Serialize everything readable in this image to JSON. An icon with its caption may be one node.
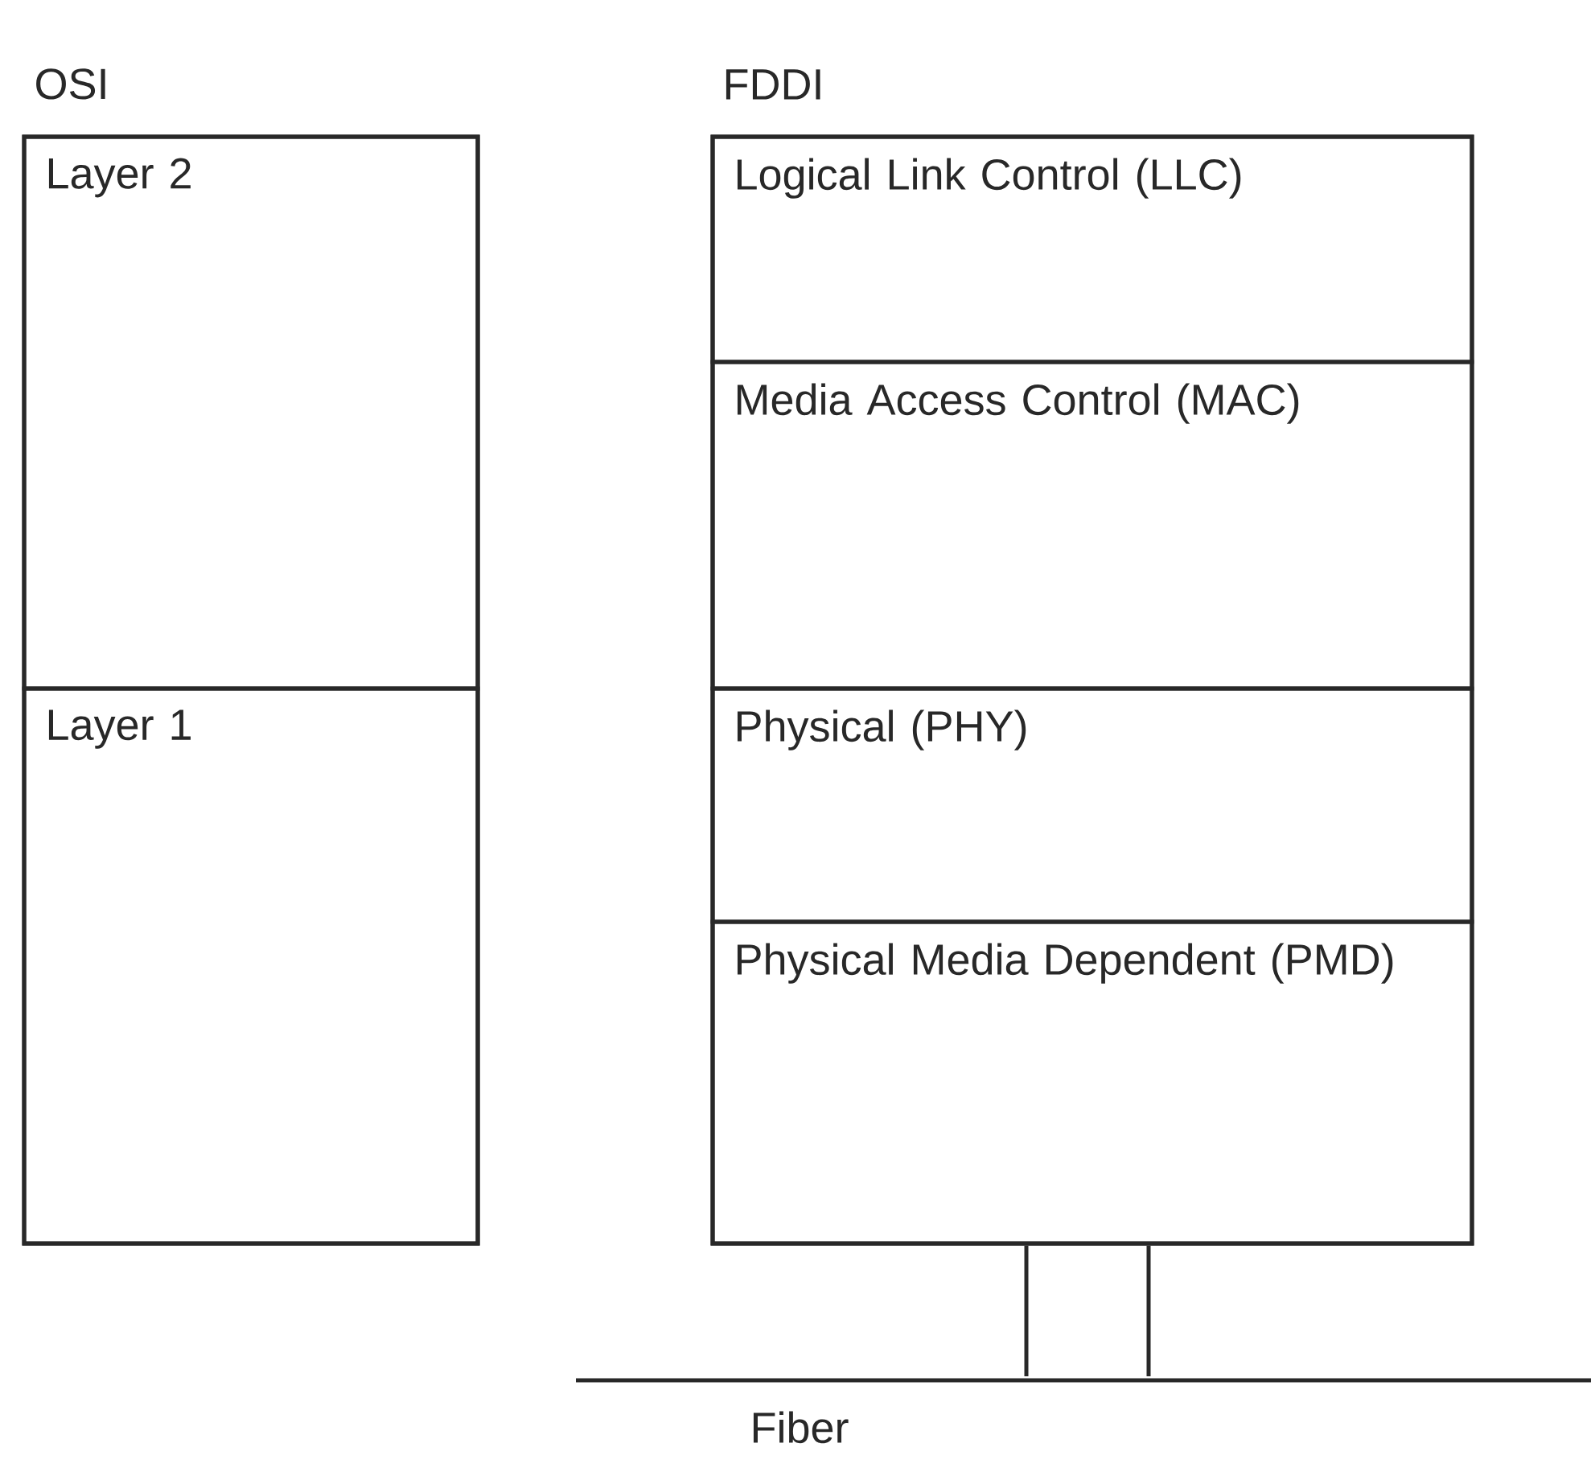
{
  "diagram": {
    "nodes": [
      {
        "text": [
          "OSI"
        ]
      },
      {
        "text": [
          "Layer 2"
        ],
        "in": 0
      },
      {
        "text": [
          "Layer 1"
        ],
        "in": 0
      },
      {
        "text": [
          "FDDI"
        ]
      },
      {
        "text": [
          "Logical Link Control (LLC)"
        ],
        "in": 3
      },
      {
        "text": [
          "Media Access Control (MAC)"
        ],
        "in": 3
      },
      {
        "text": [
          "Physical (PHY)"
        ],
        "in": 3
      },
      {
        "text": [
          "Physical Media Dependent (PMD)"
        ],
        "in": 3
      },
      {
        "text": [
          "Fiber"
        ]
      }
    ],
    "edges": [
      {
        "from": 7,
        "to": 8,
        "arrow": "none"
      },
      {
        "from": 7,
        "to": 8,
        "arrow": "none"
      }
    ]
  }
}
